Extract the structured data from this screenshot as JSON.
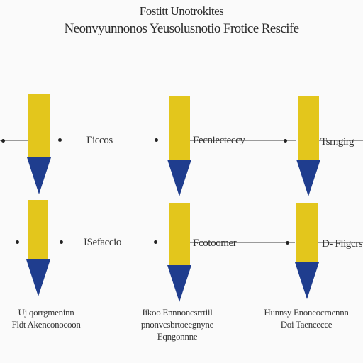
{
  "header": {
    "title_line1": "Fostitt Unotrokites",
    "title_line2": "Neonvyunnonos Yeusolusnotio Frotice Rescife"
  },
  "rows": [
    {
      "labels": [
        "Ficcos",
        "Fecniecteccy",
        "Tsrngirg"
      ]
    },
    {
      "labels": [
        "ISefaccio",
        "Fcotoomer",
        "D- Fligcrs"
      ]
    }
  ],
  "captions": [
    {
      "line1": "Uj qorrgmeninn",
      "line2": "Fldt Akenconocoon",
      "line3": ""
    },
    {
      "line1": "Iikoo Ennnoncsrrtiil",
      "line2": "pnonvcsbrtoeegnyne",
      "line3": "Eqngonnne"
    },
    {
      "line1": "Hunnsy Enoneocrnennn",
      "line2": "Doi Taencecce",
      "line3": ""
    }
  ],
  "colors": {
    "stem": "#e3c61c",
    "tip": "#1f3d8e",
    "connector": "#9a9a9a"
  }
}
